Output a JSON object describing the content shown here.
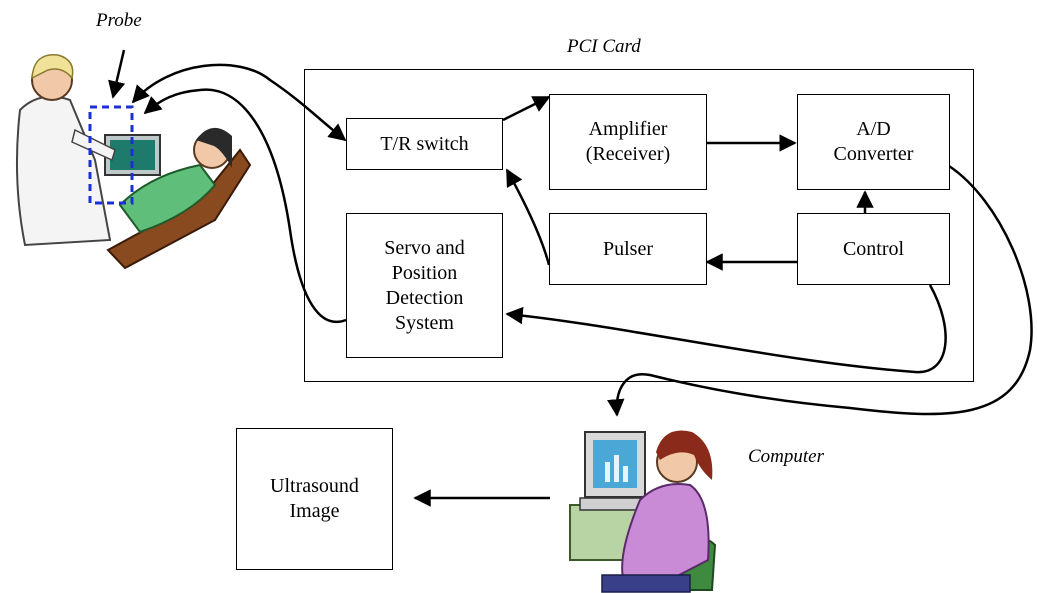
{
  "labels": {
    "probe": "Probe",
    "pci_card": "PCI Card",
    "computer": "Computer"
  },
  "blocks": {
    "tr_switch": [
      "T/R switch"
    ],
    "amplifier": [
      "Amplifier",
      "(Receiver)"
    ],
    "ad_converter": [
      "A/D",
      "Converter"
    ],
    "servo": [
      "Servo and",
      "Position",
      "Detection",
      "System"
    ],
    "pulser": [
      "Pulser"
    ],
    "control": [
      "Control"
    ],
    "ultrasound_image": [
      "Ultrasound",
      "Image"
    ]
  },
  "icons": {
    "sonographer": "doctor-with-probe-icon",
    "computer_user": "person-at-computer-icon"
  },
  "colors": {
    "probe_highlight": "#1a2fd6"
  }
}
